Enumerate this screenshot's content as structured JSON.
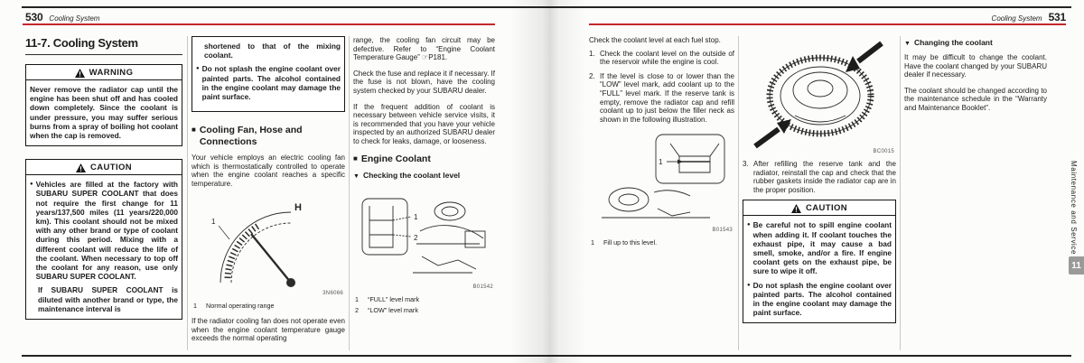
{
  "accent": {
    "rule_red": "#c4272e",
    "tab_gray": "#9a9a9a"
  },
  "left_page": {
    "page_number": "530",
    "running_title": "Cooling System",
    "section_title": "11-7. Cooling System",
    "warning": {
      "title": "WARNING",
      "body": "Never remove the radiator cap until the engine has been shut off and has cooled down completely. Since the coolant is under pressure, you may suffer serious burns from a spray of boiling hot coolant when the cap is removed."
    },
    "caution": {
      "title": "CAUTION",
      "bullet1": "Vehicles are filled at the factory with SUBARU SUPER COOLANT that does not require the first change for 11 years/137,500 miles (11 years/220,000 km). This coolant should not be mixed with any other brand or type of coolant during this period. Mixing with a different coolant will reduce the life of the coolant. When necessary to top off the coolant for any reason, use only SUBARU SUPER COOLANT.",
      "para2": "If SUBARU SUPER COOLANT is diluted with another brand or type, the maintenance interval is",
      "cont": "shortened to that of the mixing coolant.",
      "bullet2": "Do not splash the engine coolant over painted parts. The alcohol contained in the engine coolant may damage the paint surface."
    },
    "fan_section": {
      "heading": "Cooling Fan, Hose and Connections",
      "para1": "Your vehicle employs an electric cooling fan which is thermostatically controlled to operate when the engine coolant reaches a specific temperature.",
      "figure_code": "3N6066",
      "gauge_h": "H",
      "gauge_label": "1",
      "legend_num": "1",
      "legend_text": "Normal operating range",
      "para2": "If the radiator cooling fan does not operate even when the engine coolant temperature gauge exceeds the normal operating",
      "para3": "range, the cooling fan circuit may be defective. Refer to “Engine Coolant Temperature Gauge” ☞P181.",
      "para4": "Check the fuse and replace it if necessary. If the fuse is not blown, have the cooling system checked by your SUBARU dealer.",
      "para5": "If the frequent addition of coolant is necessary between vehicle service visits, it is recommended that you have your vehicle inspected by an authorized SUBARU dealer to check for leaks, damage, or looseness."
    },
    "coolant_section": {
      "heading": "Engine Coolant",
      "sub_heading": "Checking the coolant level",
      "figure_code": "B01542",
      "fig_label1": "1",
      "fig_label2": "2",
      "legend": [
        {
          "num": "1",
          "text": "“FULL” level mark"
        },
        {
          "num": "2",
          "text": "“LOW” level mark"
        }
      ]
    }
  },
  "right_page": {
    "page_number": "531",
    "running_title": "Cooling System",
    "intro": "Check the coolant level at each fuel stop.",
    "steps": [
      {
        "num": "1.",
        "text": "Check the coolant level on the outside of the reservoir while the engine is cool."
      },
      {
        "num": "2.",
        "text": "If the level is close to or lower than the “LOW” level mark, add coolant up to the “FULL” level mark. If the reserve tank is empty, remove the radiator cap and refill coolant up to just below the filler neck as shown in the following illustration."
      },
      {
        "num": "3.",
        "text": "After refilling the reserve tank and the radiator, reinstall the cap and check that the rubber gaskets inside the radiator cap are in the proper position."
      }
    ],
    "figure1_code": "B01543",
    "figure1_label": "1",
    "figure1_legend_num": "1",
    "figure1_legend_text": "Fill up to this level.",
    "figure2_code": "BC0015",
    "caution": {
      "title": "CAUTION",
      "bullet1": "Be careful not to spill engine coolant when adding it. If coolant touches the exhaust pipe, it may cause a bad smell, smoke, and/or a fire. If engine coolant gets on the exhaust pipe, be sure to wipe it off.",
      "bullet2": "Do not splash the engine coolant over painted parts. The alcohol contained in the engine coolant may damage the paint surface."
    },
    "changing": {
      "sub_heading": "Changing the coolant",
      "para1": "It may be difficult to change the coolant. Have the coolant changed by your SUBARU dealer if necessary.",
      "para2": "The coolant should be changed according to the maintenance schedule in the “Warranty and Maintenance Booklet”."
    },
    "sidebar": {
      "vertical_text": "Maintenance and Service",
      "chapter_tab": "11"
    }
  }
}
